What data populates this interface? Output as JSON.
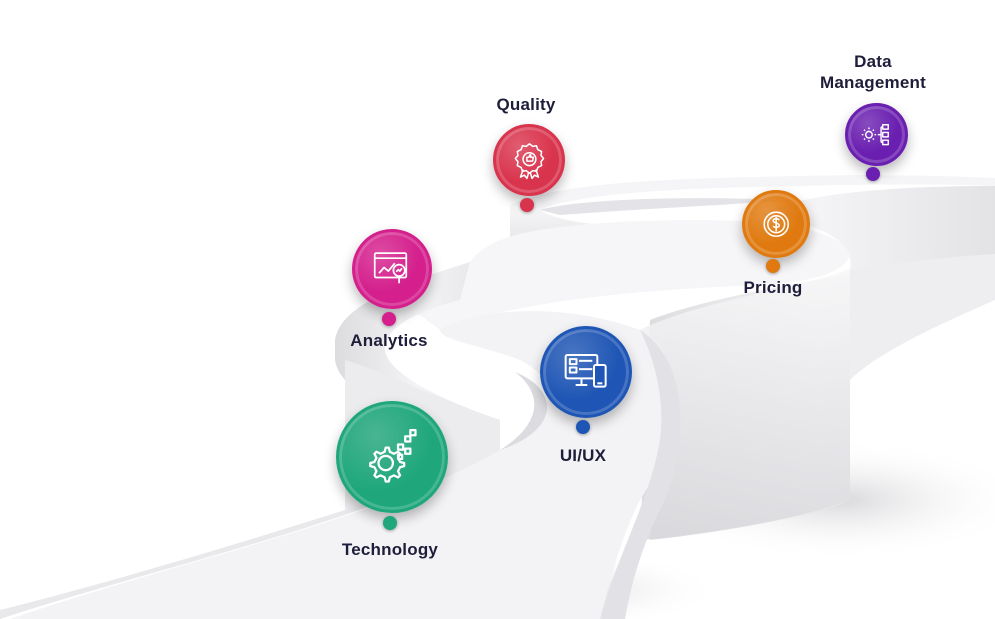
{
  "milestones": [
    {
      "id": "technology",
      "label": "Technology",
      "color": "#1fa77b",
      "icon": "gear-cubes-icon"
    },
    {
      "id": "analytics",
      "label": "Analytics",
      "color": "#d41f8c",
      "icon": "analytics-chart-icon"
    },
    {
      "id": "uiux",
      "label": "UI/UX",
      "color": "#1f56b5",
      "icon": "devices-icon"
    },
    {
      "id": "quality",
      "label": "Quality",
      "color": "#d9344d",
      "icon": "quality-badge-icon"
    },
    {
      "id": "pricing",
      "label": "Pricing",
      "color": "#e07a10",
      "icon": "dollar-coin-icon"
    },
    {
      "id": "data-management",
      "label_line1": "Data",
      "label_line2": "Management",
      "color": "#6a1fb0",
      "icon": "data-hierarchy-icon"
    }
  ]
}
